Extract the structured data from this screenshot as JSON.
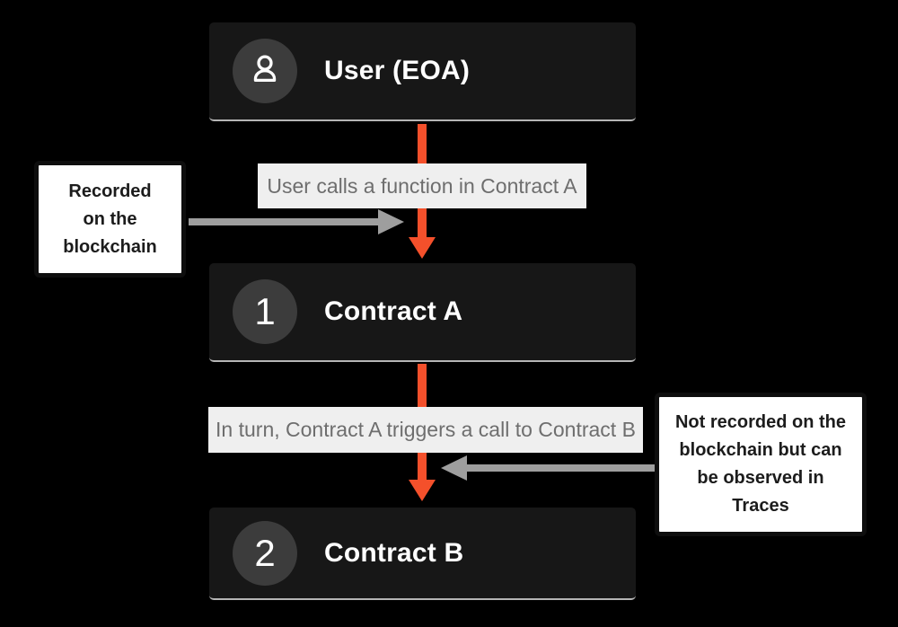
{
  "colors": {
    "background": "#000000",
    "node_bg": "#171717",
    "node_divider": "#b5b5b5",
    "badge_bg": "#3C3C3C",
    "node_title": "#FFFFFF",
    "accent_arrow": "#F4502B",
    "gray_arrow": "#9E9E9E",
    "label_bg": "#EFEFEF",
    "label_text": "#6E6E6E",
    "annotation_bg": "#FFFFFF",
    "annotation_border": "#0E0E0E",
    "annotation_text": "#1C1C1C"
  },
  "nodes": [
    {
      "badge": "user-icon",
      "title": "User (EOA)"
    },
    {
      "badge": "1",
      "title": "Contract A"
    },
    {
      "badge": "2",
      "title": "Contract B"
    }
  ],
  "flow_labels": [
    {
      "text": "User calls a function in Contract A"
    },
    {
      "text": "In turn, Contract A triggers a call to Contract B"
    }
  ],
  "annotations": [
    {
      "lines": [
        "Recorded",
        "on the",
        "blockchain"
      ]
    },
    {
      "lines": [
        "Not recorded on the",
        "blockchain but can",
        "be observed in",
        "Traces"
      ]
    }
  ]
}
